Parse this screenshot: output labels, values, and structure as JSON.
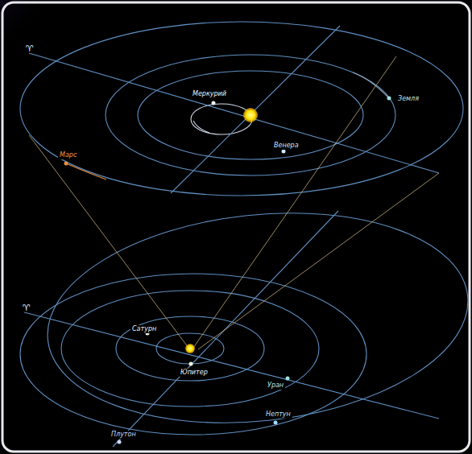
{
  "diagram": {
    "labels": [
      "Меркурий",
      "Венера",
      "Земля",
      "Марс",
      "♈",
      "Сатурн",
      "Юпитер",
      "Уран",
      "Нептун",
      "Плутон",
      "♈"
    ]
  }
}
